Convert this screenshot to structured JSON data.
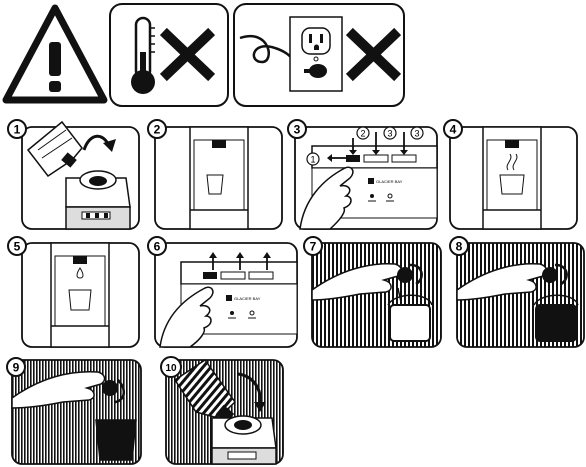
{
  "steps": [
    {
      "number": "1"
    },
    {
      "number": "2"
    },
    {
      "number": "3"
    },
    {
      "number": "4"
    },
    {
      "number": "5"
    },
    {
      "number": "6"
    },
    {
      "number": "7"
    },
    {
      "number": "8"
    },
    {
      "number": "9"
    },
    {
      "number": "10"
    }
  ],
  "step3_labels": [
    "1",
    "2",
    "3",
    "3"
  ],
  "brand_text": "GLACIER BAY",
  "colors": {
    "ink": "#111111",
    "paper": "#ffffff",
    "fill_dark": "#222222"
  }
}
